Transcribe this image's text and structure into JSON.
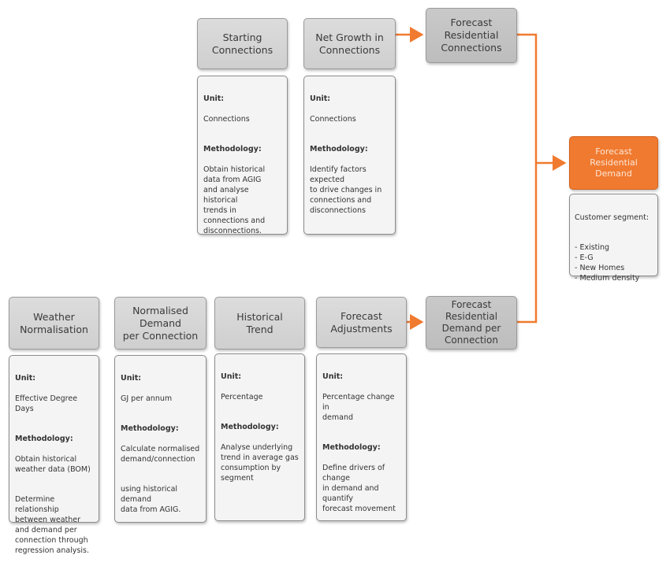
{
  "boxes": {
    "starting_connections": {
      "title": "Starting\nConnections",
      "unit_label": "Unit:",
      "unit": "Connections",
      "method_label": "Methodology:",
      "method": "Obtain historical\ndata from AGIG\nand analyse\nhistorical\ntrends in\nconnections and\ndisconnections."
    },
    "net_growth": {
      "title": "Net Growth in\nConnections",
      "unit_label": "Unit:",
      "unit": "Connections",
      "method_label": "Methodology:",
      "method": "Identify factors expected\nto drive changes in\nconnections and\ndisconnections"
    },
    "forecast_res_connections": {
      "title": "Forecast\nResidential\nConnections"
    },
    "forecast_res_demand": {
      "title": "Forecast\nResidential\nDemand",
      "segment_label": "Customer segment:",
      "segments": "- Existing\n- E-G\n- New Homes\n- Medium density"
    },
    "weather_norm": {
      "title": "Weather\nNormalisation",
      "unit_label": "Unit:",
      "unit": "Effective Degree\nDays",
      "method_label": "Methodology:",
      "method": "Obtain historical\nweather data (BOM)",
      "method2": "Determine\nrelationship\nbetween weather\nand demand per\nconnection through\nregression analysis."
    },
    "normalised_demand": {
      "title": "Normalised\nDemand\nper Connection",
      "unit_label": "Unit:",
      "unit": "GJ per annum",
      "method_label": "Methodology:",
      "method": "Calculate normalised\ndemand/connection",
      "method2": "using historical demand\ndata from AGIG."
    },
    "historical_trend": {
      "title": "Historical\nTrend",
      "unit_label": "Unit:",
      "unit": "Percentage",
      "method_label": "Methodology:",
      "method": "Analyse underlying\ntrend in average gas\nconsumption by\nsegment"
    },
    "forecast_adjustments": {
      "title": "Forecast\nAdjustments",
      "unit_label": "Unit:",
      "unit": "Percentage change in\ndemand",
      "method_label": "Methodology:",
      "method": "Define drivers of change\nin demand and quantify\nforecast movement"
    },
    "forecast_res_demand_per_conn": {
      "title": "Forecast\nResidential\nDemand per\nConnection"
    }
  },
  "colors": {
    "accent": "#f07a2f",
    "box_gray": "#d6d6d6",
    "box_dark": "#c2c2c2",
    "body_bg": "#f4f4f4"
  }
}
